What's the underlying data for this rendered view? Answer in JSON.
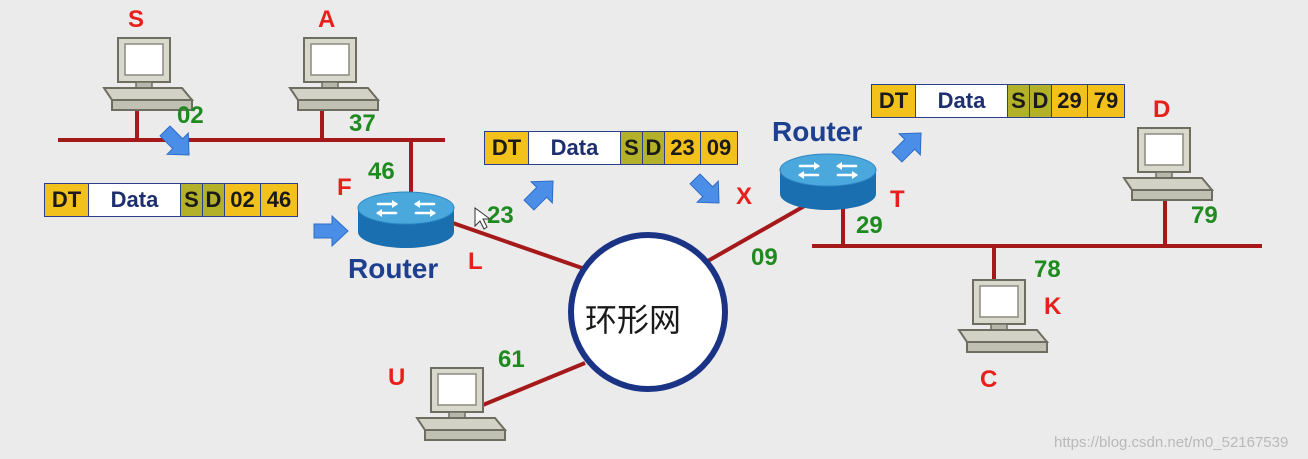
{
  "nodes": {
    "S": "S",
    "A": "A",
    "D": "D",
    "C": "C",
    "U": "U",
    "F": "F",
    "L": "L",
    "T": "T",
    "X": "X",
    "K": "K"
  },
  "addresses": {
    "s_addr": "02",
    "a_addr": "37",
    "f_addr": "46",
    "l_addr": "23",
    "ring_r2": "09",
    "t_addr": "29",
    "d_addr": "79",
    "c_addr": "78",
    "u_addr": "61"
  },
  "routers": {
    "left": "Router",
    "right": "Router"
  },
  "ring": {
    "label": "环形网"
  },
  "packets": {
    "p1": {
      "dt": "DT",
      "data": "Data",
      "s": "S",
      "d": "D",
      "src": "02",
      "dst": "46"
    },
    "p2": {
      "dt": "DT",
      "data": "Data",
      "s": "S",
      "d": "D",
      "src": "23",
      "dst": "09"
    },
    "p3": {
      "dt": "DT",
      "data": "Data",
      "s": "S",
      "d": "D",
      "src": "29",
      "dst": "79"
    }
  },
  "watermark": "https://blog.csdn.net/m0_52167539",
  "colors": {
    "network_line": "#a5191b",
    "ring": "#1b3385",
    "router_top": "#4aa8dd",
    "router_side": "#1a6fb0",
    "arrow": "#4a8ee8",
    "field_yellow": "#f3c11c",
    "field_olive": "#b3b12a"
  }
}
